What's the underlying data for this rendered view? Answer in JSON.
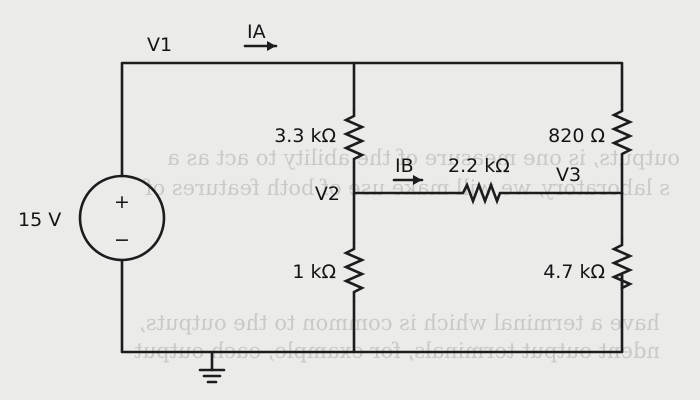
{
  "source": {
    "voltage": "15 V",
    "plus": "+",
    "minus": "−"
  },
  "nodes": {
    "v1": "V1",
    "v2": "V2",
    "v3": "V3"
  },
  "currents": {
    "ia": "IA",
    "ib": "IB"
  },
  "resistors": {
    "r_top_middle": "3.3 kΩ",
    "r_bottom_middle": "1 kΩ",
    "r_horizontal": "2.2 kΩ",
    "r_top_right": "820 Ω",
    "r_bottom_right": "4.7 kΩ"
  },
  "background_text": [
    "outputs, is one measure of the ability to act as a",
    "s laboratory, we will make use of both features of",
    "have a terminal which is common to the outputs,",
    "ndent output terminals, for example, each output"
  ]
}
